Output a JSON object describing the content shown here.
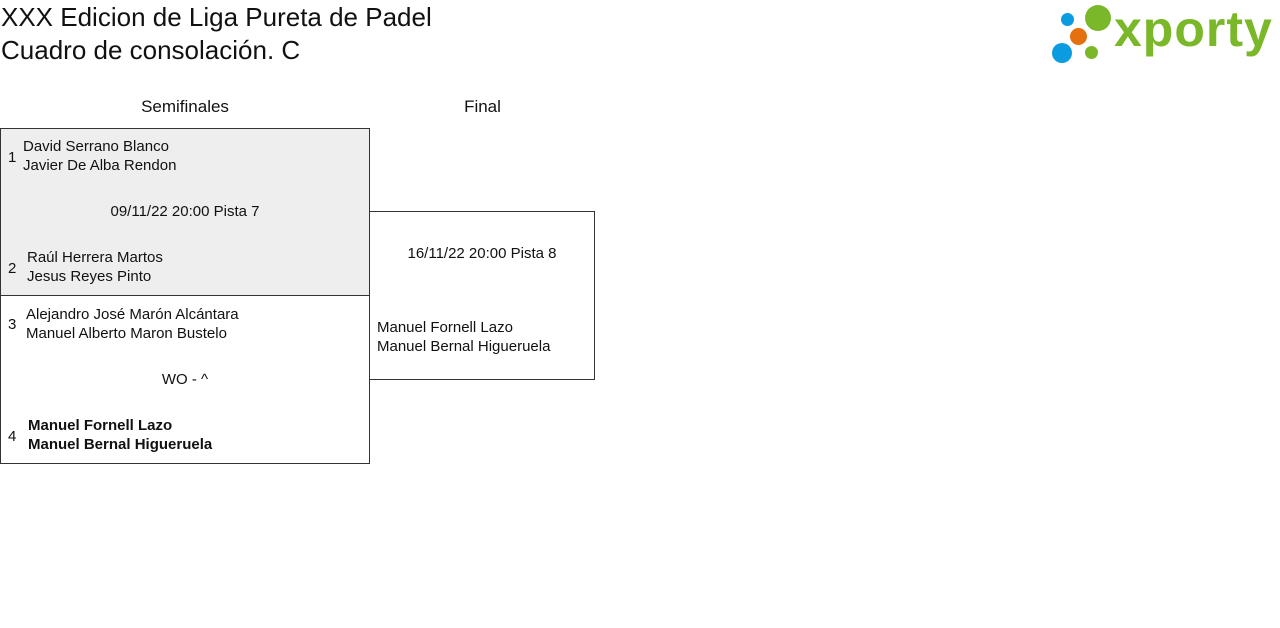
{
  "header": {
    "title": "XXX Edicion de Liga Pureta de Padel",
    "subtitle": "Cuadro de consolación. C",
    "logo_text": "xporty"
  },
  "colors": {
    "green": "#7ab82a",
    "blue": "#0a9be0",
    "orange": "#e5700f",
    "grey_bg": "#eeeeee"
  },
  "rounds": [
    "Semifinales",
    "Final"
  ],
  "semifinals": [
    {
      "info": "09/11/22 20:00 Pista 7",
      "teams": [
        {
          "seed": "1",
          "p1": "David Serrano Blanco",
          "p2": "Javier De Alba Rendon"
        },
        {
          "seed": "2",
          "p1": "Raúl Herrera Martos",
          "p2": "Jesus Reyes Pinto"
        }
      ]
    },
    {
      "info": "WO - ^",
      "teams": [
        {
          "seed": "3",
          "p1": "Alejandro José Marón Alcántara",
          "p2": "Manuel Alberto Maron Bustelo"
        },
        {
          "seed": "4",
          "p1": "Manuel Fornell Lazo",
          "p2": "Manuel Bernal Higueruela"
        }
      ]
    }
  ],
  "final": {
    "info": "16/11/22 20:00 Pista 8",
    "p1": "Manuel Fornell Lazo",
    "p2": "Manuel Bernal Higueruela"
  }
}
